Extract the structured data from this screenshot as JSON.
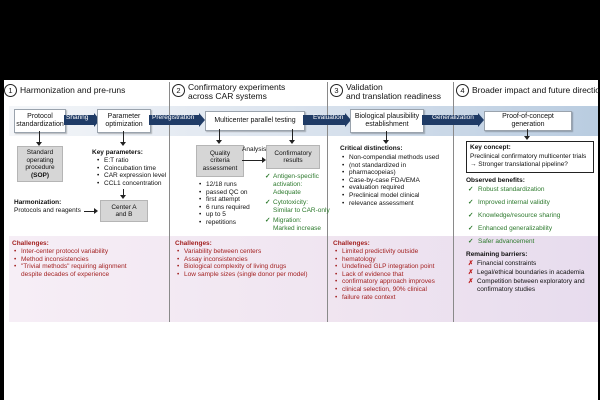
{
  "steps": [
    {
      "num": "1",
      "title": "Harmonization and pre-runs"
    },
    {
      "num": "2",
      "title_line1": "Confirmatory experiments",
      "title_line2": "across CAR systems"
    },
    {
      "num": "3",
      "title_line1": "Validation",
      "title_line2": "and translation readiness"
    },
    {
      "num": "4",
      "title": "Broader impact and future directions"
    }
  ],
  "flow": {
    "protocol_std": [
      "Protocol",
      "standardization"
    ],
    "param_opt": [
      "Parameter",
      "optimization"
    ],
    "multicenter": "Multicenter parallel testing",
    "bio_plaus": [
      "Biological plausibility",
      "establishment"
    ],
    "poc": "Proof-of-concept generation",
    "sharing": "Sharing",
    "prereg": "Preregistration",
    "evaluation": "Evaluation",
    "generalization": "Generalization"
  },
  "col1": {
    "sop": [
      "Standard",
      "operating",
      "procedure",
      "(SOP)"
    ],
    "key_params_title": "Key parameters:",
    "key_params": [
      "E:T ratio",
      "Coincubation time",
      "CAR expression level",
      "CCL1 concentration"
    ],
    "harmonization_title": "Harmonization:",
    "harmonization_text": "Protocols and reagents",
    "center_ab": [
      "Center A",
      "and B"
    ],
    "challenges_title": "Challenges:",
    "challenges": [
      "Inter-center protocol variability",
      "Method inconsistencies",
      "\"Trivial methods\" requiring alignment"
    ],
    "challenges_cont": "despite decades of experience"
  },
  "col2": {
    "qc": [
      "Quality",
      "criteria",
      "assessment"
    ],
    "analysis": "Analysis",
    "confirm": [
      "Confirmatory",
      "results"
    ],
    "qc_bullets": [
      [
        "12/18 runs",
        "passed QC on",
        "first attempt"
      ],
      [
        "6 runs required",
        "up to 5",
        "repetitions"
      ]
    ],
    "results": [
      {
        "l1": "Antigen-specific",
        "l2": "activation:",
        "l3": "Adequate"
      },
      {
        "l1": "Cytotoxicity:",
        "l2": "Similar to CAR-only"
      },
      {
        "l1": "Migration:",
        "l2": "Marked increase"
      }
    ],
    "check": "✓",
    "challenges_title": "Challenges:",
    "challenges": [
      "Variability between centers",
      "Assay inconsistencies",
      "Biological complexity of living drugs",
      "Low sample sizes (single donor per model)"
    ]
  },
  "col3": {
    "crit_title": "Critical distinctions:",
    "crit": [
      [
        "Non-compendial methods used",
        "(not standardized in",
        "pharmacopeias)"
      ],
      [
        "Case-by-case FDA/EMA",
        "evaluation required"
      ],
      [
        "Preclinical model clinical",
        "relevance assessment"
      ]
    ],
    "challenges_title": "Challenges:",
    "challenges": [
      [
        "Limited predictivity outside",
        "hematology"
      ],
      [
        "Undefined GLP integration point"
      ],
      [
        "Lack of evidence that",
        "confirmatory approach improves",
        "clinical selection, 90% clinical",
        "failure rate context"
      ]
    ]
  },
  "col4": {
    "key_concept_title": "Key concept:",
    "key_concept_l1": "Preclinical confirmatory multicenter trials",
    "key_concept_l2": "→ Stronger translational pipeline?",
    "benefits_title": "Observed benefits:",
    "benefits": [
      "Robust standardization",
      "Improved internal validity",
      "Knowledge/resource sharing",
      "Enhanced generalizability",
      "Safer advancement"
    ],
    "barriers_title": "Remaining barriers:",
    "barriers": [
      "Financial constraints",
      "Legal/ethical boundaries in academia",
      "Competition between exploratory and"
    ],
    "barriers_cont": "confirmatory studies",
    "cross": "✗"
  },
  "colors": {
    "arrow": "#1f3b66",
    "challenge": "#a32222",
    "benefit": "#2d7a2d",
    "band": "#efe4f0"
  }
}
